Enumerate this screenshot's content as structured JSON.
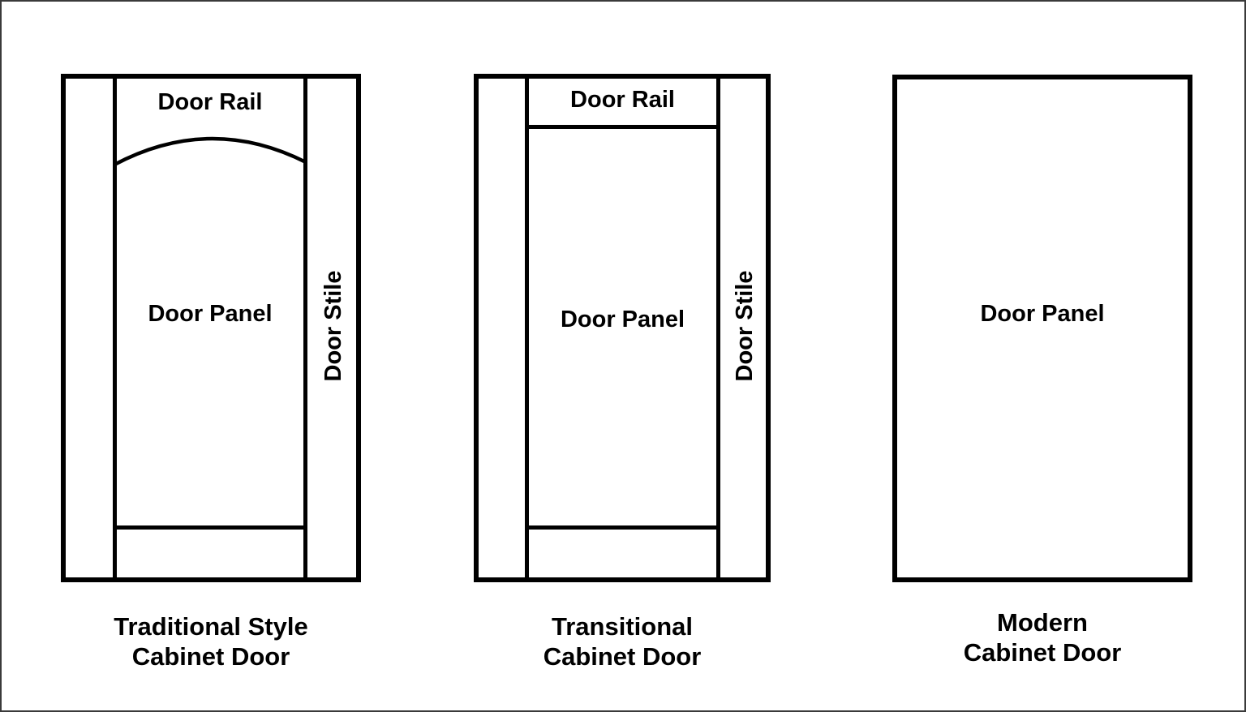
{
  "figure": {
    "background": "#ffffff",
    "line_color": "#000000",
    "frame_border_color": "#3a3a3a"
  },
  "doors": [
    {
      "id": "traditional",
      "style": "arched-rail",
      "rail_label": "Door Rail",
      "panel_label": "Door Panel",
      "stile_label": "Door Stile",
      "caption_line1": "Traditional Style",
      "caption_line2": "Cabinet Door"
    },
    {
      "id": "transitional",
      "style": "straight-rail",
      "rail_label": "Door Rail",
      "panel_label": "Door Panel",
      "stile_label": "Door Stile",
      "caption_line1": "Transitional",
      "caption_line2": "Cabinet Door"
    },
    {
      "id": "modern",
      "style": "slab",
      "panel_label": "Door Panel",
      "caption_line1": "Modern",
      "caption_line2": "Cabinet Door"
    }
  ]
}
